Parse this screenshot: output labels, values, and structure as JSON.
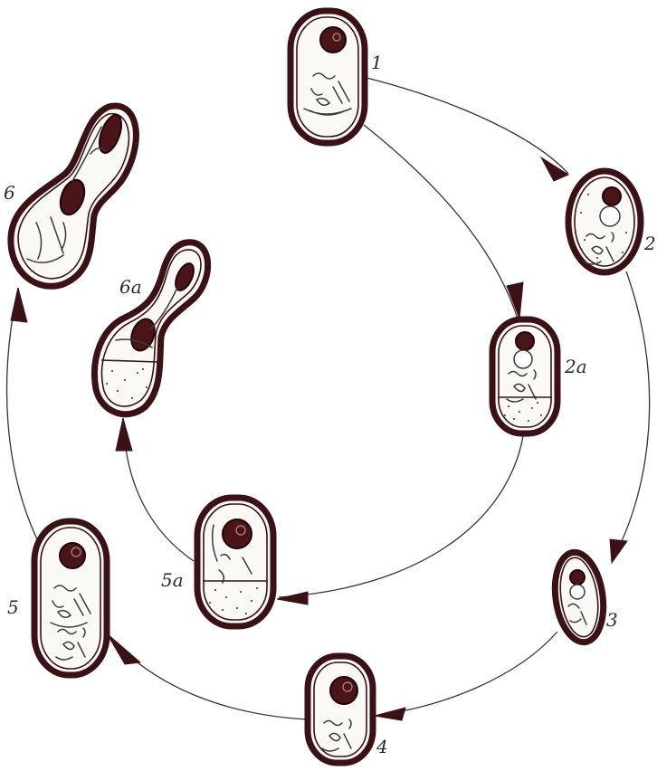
{
  "diagram": {
    "stage_labels": {
      "s1": "1",
      "s2": "2",
      "s2a": "2a",
      "s3": "3",
      "s4": "4",
      "s5": "5",
      "s5a": "5a",
      "s6": "6",
      "s6a": "6a"
    },
    "colors": {
      "wall": "#3a1216",
      "nucleus": "#4a1418",
      "cytoplasm": "#fbf9f5",
      "arrow": "#3a1216"
    }
  }
}
